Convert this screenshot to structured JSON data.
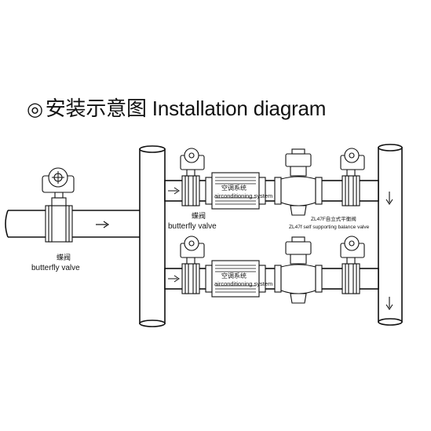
{
  "title": {
    "bullet": "◎",
    "cn": "安装示意图",
    "en": "Installation diagram"
  },
  "labels": {
    "left_valve_cn": "蝶阀",
    "left_valve_en": "butterfly valve",
    "mid_valve_cn": "蝶阀",
    "mid_valve_en": "butterfly valve",
    "ac_unit_cn": "空调系统",
    "ac_unit_en": "airconditioning system",
    "balance_valve_cn": "ZL47F自立式平衡阀",
    "balance_valve_en": "ZL47f self supporting balance valve"
  },
  "icons": [
    "flow-arrow-right-icon",
    "flow-arrow-down-icon",
    "handwheel-icon"
  ],
  "colors": {
    "line": "#111111",
    "background": "#ffffff"
  }
}
